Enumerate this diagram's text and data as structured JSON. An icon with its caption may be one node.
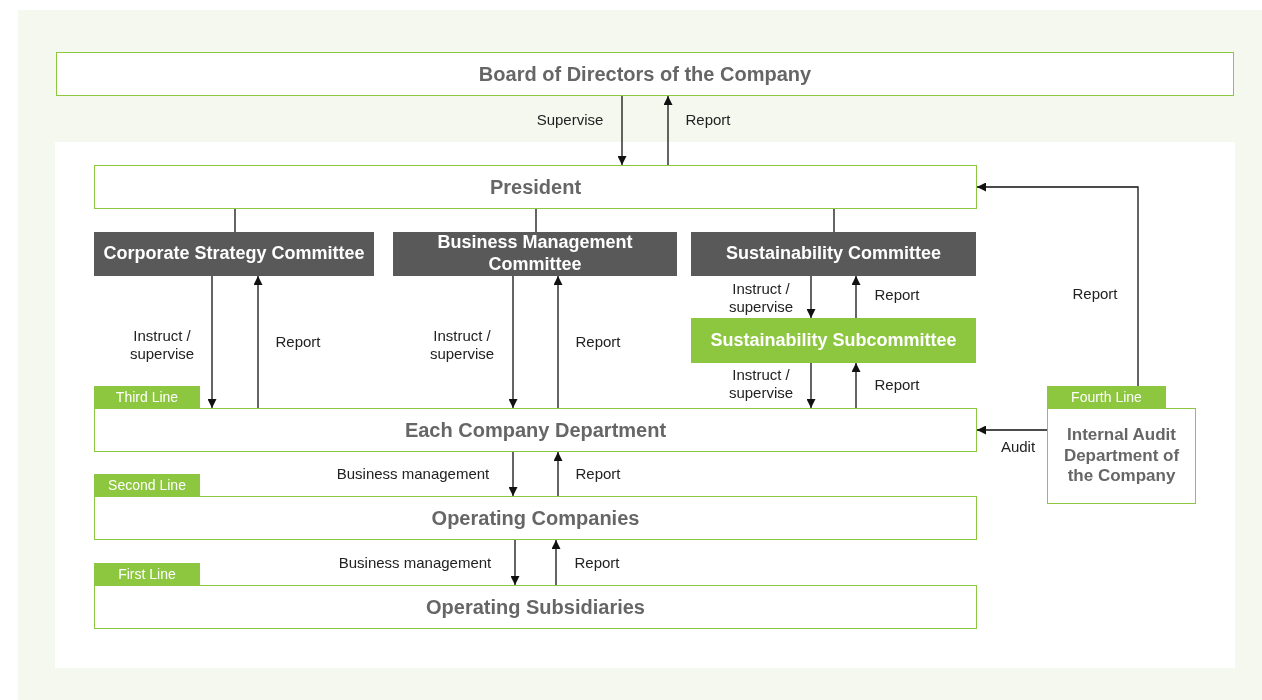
{
  "diagram": {
    "nodes": [
      {
        "text": [
          "Board of Directors of the Company"
        ]
      },
      {
        "text": [
          "President"
        ]
      },
      {
        "text": [
          "Corporate Strategy Committee"
        ]
      },
      {
        "text": [
          "Business Management Committee"
        ]
      },
      {
        "text": [
          "Sustainability Committee"
        ]
      },
      {
        "text": [
          "Sustainability Subcommittee"
        ]
      },
      {
        "text": [
          "Third Line",
          "Each Company Department"
        ]
      },
      {
        "text": [
          "Second Line",
          "Operating Companies"
        ]
      },
      {
        "text": [
          "First Line",
          "Operating Subsidiaries"
        ]
      },
      {
        "text": [
          "Fourth Line",
          "Internal Audit Department of the Company"
        ]
      }
    ],
    "edges": [
      {
        "from": 0,
        "to": 1,
        "arrow": "to",
        "label": "Supervise"
      },
      {
        "from": 1,
        "to": 0,
        "arrow": "to",
        "label": "Report"
      },
      {
        "from": 1,
        "to": 2,
        "arrow": "none"
      },
      {
        "from": 1,
        "to": 3,
        "arrow": "none"
      },
      {
        "from": 1,
        "to": 4,
        "arrow": "none"
      },
      {
        "from": 2,
        "to": 6,
        "arrow": "to",
        "label": "Instruct / supervise"
      },
      {
        "from": 6,
        "to": 2,
        "arrow": "to",
        "label": "Report"
      },
      {
        "from": 3,
        "to": 6,
        "arrow": "to",
        "label": "Instruct / supervise"
      },
      {
        "from": 6,
        "to": 3,
        "arrow": "to",
        "label": "Report"
      },
      {
        "from": 4,
        "to": 5,
        "arrow": "to",
        "label": "Instruct / supervise"
      },
      {
        "from": 5,
        "to": 4,
        "arrow": "to",
        "label": "Report"
      },
      {
        "from": 5,
        "to": 6,
        "arrow": "to",
        "label": "Instruct / supervise"
      },
      {
        "from": 6,
        "to": 5,
        "arrow": "to",
        "label": "Report"
      },
      {
        "from": 6,
        "to": 7,
        "arrow": "to",
        "label": "Business management"
      },
      {
        "from": 7,
        "to": 6,
        "arrow": "to",
        "label": "Report"
      },
      {
        "from": 7,
        "to": 8,
        "arrow": "to",
        "label": "Business management"
      },
      {
        "from": 8,
        "to": 7,
        "arrow": "to",
        "label": "Report"
      },
      {
        "from": 9,
        "to": 6,
        "arrow": "to",
        "label": "Audit"
      },
      {
        "from": 9,
        "to": 1,
        "arrow": "to",
        "label": "Report"
      }
    ]
  }
}
